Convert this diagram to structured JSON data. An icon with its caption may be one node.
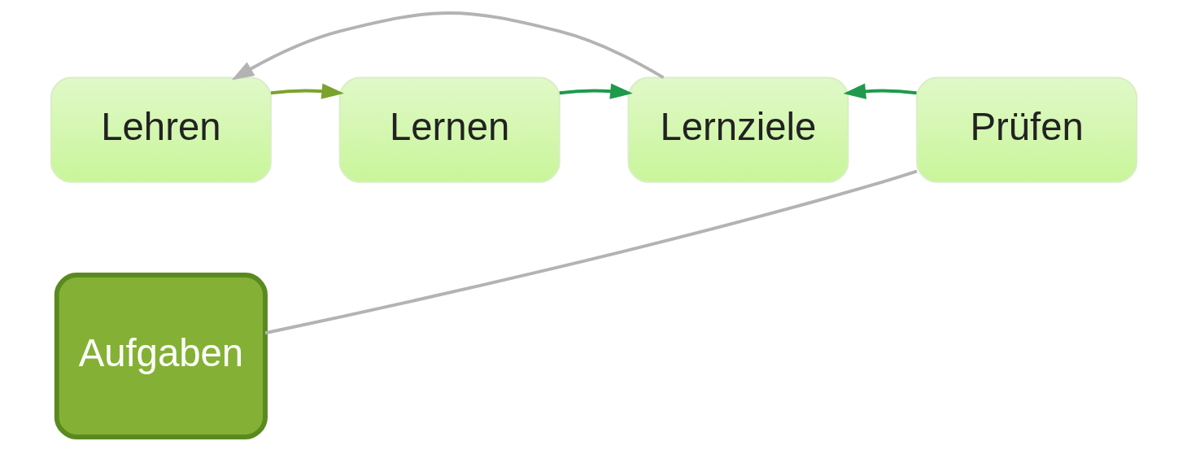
{
  "diagram": {
    "nodes": [
      {
        "text": [
          "Lehren"
        ]
      },
      {
        "text": [
          "Lernen"
        ]
      },
      {
        "text": [
          "Lernziele"
        ]
      },
      {
        "text": [
          "Prüfen"
        ]
      },
      {
        "text": [
          "Aufgaben"
        ]
      }
    ],
    "edges": [
      {
        "from": 0,
        "to": 1,
        "arrow": "to",
        "color": "#7aa32e"
      },
      {
        "from": 1,
        "to": 2,
        "arrow": "to",
        "color": "#1e9a4c"
      },
      {
        "from": 3,
        "to": 2,
        "arrow": "to",
        "color": "#1e9a4c"
      },
      {
        "from": 2,
        "to": 0,
        "arrow": "to",
        "color": "#b3b3b3"
      },
      {
        "from": 3,
        "to": 4,
        "arrow": "none",
        "color": "#b3b3b3"
      }
    ]
  }
}
